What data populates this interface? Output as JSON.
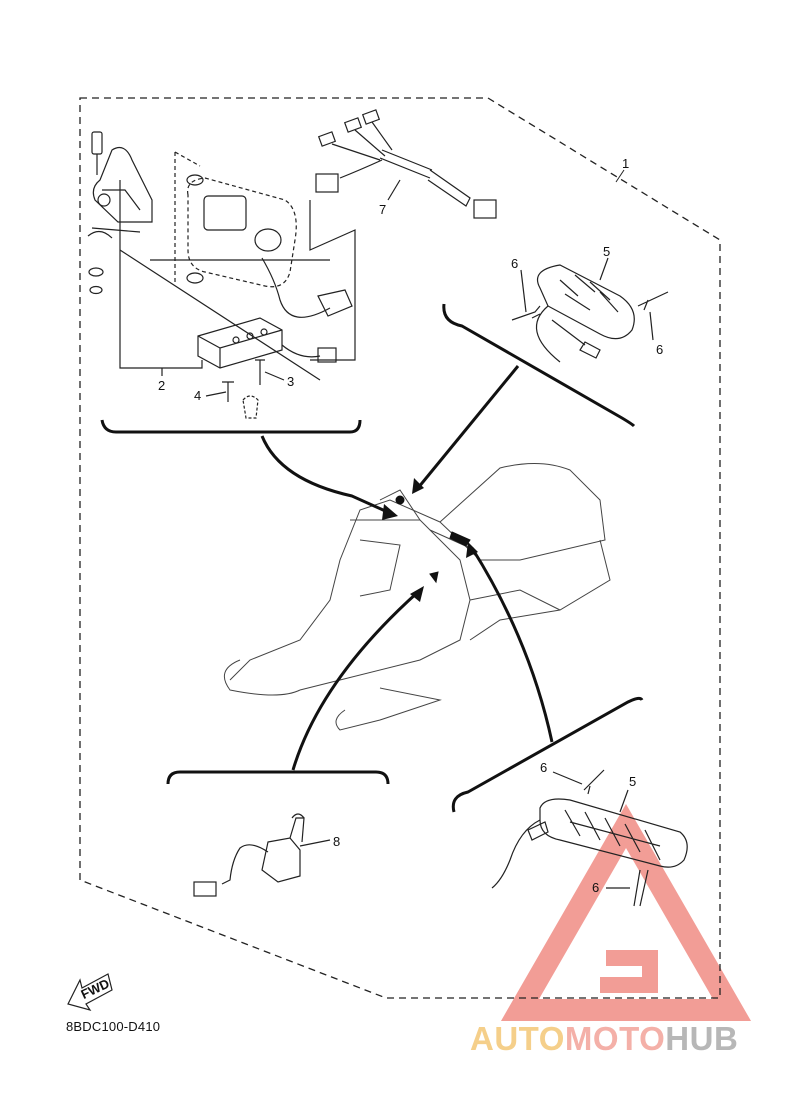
{
  "diagram": {
    "part_labels": {
      "p1": "1",
      "p2": "2",
      "p3": "3",
      "p4": "4",
      "p5_top": "5",
      "p6_top_left": "6",
      "p6_top_right": "6",
      "p7": "7",
      "p5_bottom": "5",
      "p6_bottom_top": "6",
      "p6_bottom_bottom": "6",
      "p8": "8"
    },
    "fwd_label": "FWD",
    "diagram_code": "8BDC100-D410"
  },
  "watermark": {
    "part1": "AUTO",
    "part2": "MOTO",
    "part3": "HUB",
    "colors": {
      "triangle": "#f08c84",
      "auto": "#f5cf8a",
      "moto": "#f4b0a8",
      "hub": "#b7b7b7"
    }
  }
}
